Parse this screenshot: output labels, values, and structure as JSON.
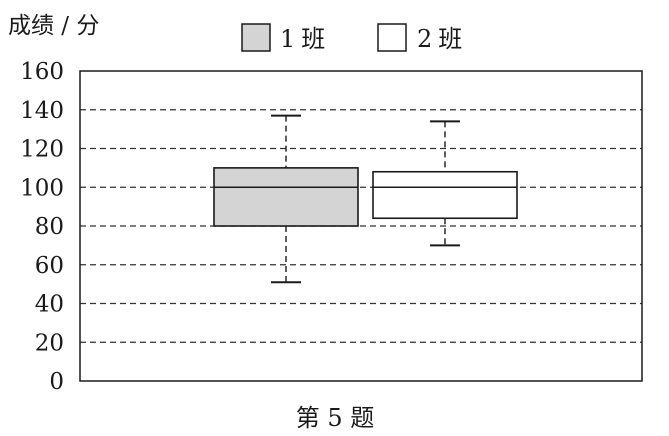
{
  "chart_data": {
    "type": "box",
    "ylabel": "成绩 / 分",
    "xlabel": "第 5 题",
    "ylim": [
      0,
      160
    ],
    "yticks": [
      "0",
      "20",
      "40",
      "60",
      "80",
      "100",
      "120",
      "140",
      "160"
    ],
    "grid": true,
    "legend_position": "top",
    "series": [
      {
        "name": "1班",
        "legend_num": "1",
        "legend_word": "班",
        "fill": "#d4d4d4",
        "min": 51,
        "q1": 80,
        "median": 100,
        "q3": 110,
        "max": 137
      },
      {
        "name": "2班",
        "legend_num": "2",
        "legend_word": "班",
        "fill": "#ffffff",
        "min": 70,
        "q1": 84,
        "median": 100,
        "q3": 108,
        "max": 134
      }
    ]
  }
}
